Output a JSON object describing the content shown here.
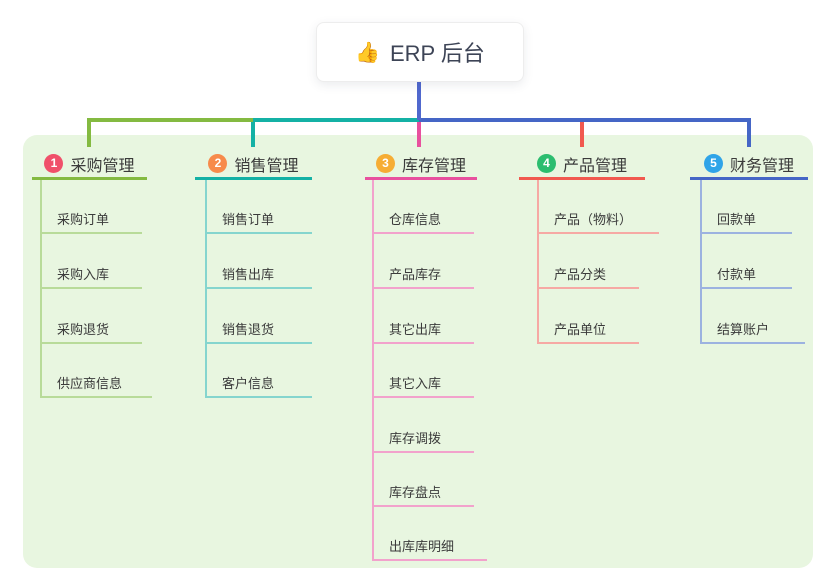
{
  "root": {
    "icon": "👍",
    "title": "ERP 后台"
  },
  "panel_bg": "#e8f6e0",
  "root_connector_color": "#5068ce",
  "branches": [
    {
      "badge": "1",
      "label": "采购管理",
      "badge_color": "#f0506a",
      "line_color": "#84ba41",
      "child_line_color": "#b8db99",
      "children": [
        "采购订单",
        "采购入库",
        "采购退货",
        "供应商信息"
      ]
    },
    {
      "badge": "2",
      "label": "销售管理",
      "badge_color": "#f78b4b",
      "line_color": "#14b1a5",
      "child_line_color": "#85d5ce",
      "children": [
        "销售订单",
        "销售出库",
        "销售退货",
        "客户信息"
      ]
    },
    {
      "badge": "3",
      "label": "库存管理",
      "badge_color": "#f6ad34",
      "line_color": "#e8509e",
      "child_line_color": "#f2a2cc",
      "children": [
        "仓库信息",
        "产品库存",
        "其它出库",
        "其它入库",
        "库存调拨",
        "库存盘点",
        "出库库明细"
      ]
    },
    {
      "badge": "4",
      "label": "产品管理",
      "badge_color": "#2cbd6f",
      "line_color": "#f1594f",
      "child_line_color": "#f6a9a4",
      "children": [
        "产品（物料）",
        "产品分类",
        "产品单位"
      ]
    },
    {
      "badge": "5",
      "label": "财务管理",
      "badge_color": "#2fa4e8",
      "line_color": "#4566c6",
      "child_line_color": "#9cb2e0",
      "children": [
        "回款单",
        "付款单",
        "结算账户"
      ]
    }
  ]
}
